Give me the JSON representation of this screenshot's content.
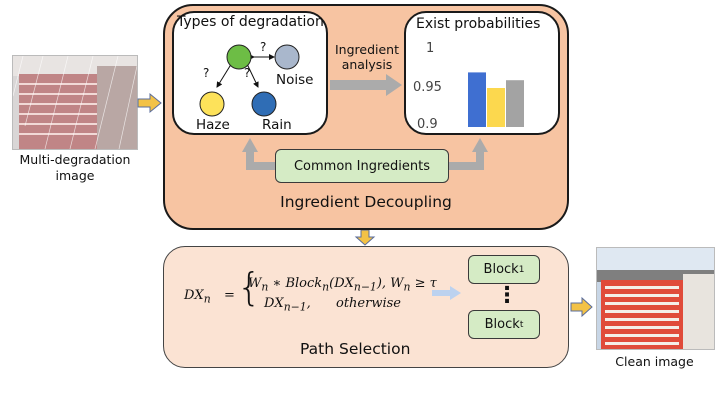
{
  "inputs": {
    "input_label_line1": "Multi-degradation",
    "input_label_line2": "image",
    "output_label": "Clean image"
  },
  "decoupling": {
    "title": "Ingredient Decoupling",
    "types_title": "Types of degradation",
    "nodes": [
      "Noise",
      "Haze",
      "Rain"
    ],
    "question_mark": "?",
    "analysis_line1": "Ingredient",
    "analysis_line2": "analysis",
    "prob_title": "Exist probabilities",
    "common": "Common Ingredients"
  },
  "chart_data": {
    "type": "bar",
    "title": "Exist probabilities",
    "series": [
      {
        "values": [
          0.97
        ]
      },
      {
        "values": [
          0.95
        ]
      },
      {
        "values": [
          0.96
        ]
      }
    ],
    "ylim": [
      0.9,
      1
    ],
    "yticks": [
      "1",
      "0.95",
      "0.9"
    ],
    "colors": [
      "#3f6fd1",
      "#fcd84e",
      "#a3a3a3"
    ],
    "grid": false
  },
  "selection": {
    "title": "Path Selection",
    "eq_lhs": "DX",
    "eq_lhs_sub": "n",
    "eq_equals": "=",
    "case1_prefix": "W",
    "case1_sub": "n",
    "case1_mid": " ∗ Block",
    "case1_sub2": "n",
    "case1_open": "(DX",
    "case1_sub3": "n−1",
    "case1_tail": "), W",
    "case1_sub4": "n",
    "case1_cond": " ≥ τ",
    "case2_val": "DX",
    "case2_sub": "n−1",
    "case2_comma": ",",
    "case2_cond": "otherwise",
    "block_first": "Block",
    "block_first_sub": "1",
    "block_last": "Block",
    "block_last_sub": "t",
    "dots": "⋮"
  },
  "colors": {
    "panel_top": "#f7c4a2",
    "panel_bottom": "#fbe3d3",
    "green_box": "#d5ebc5",
    "node_green": "#6dbd45",
    "node_gray": "#a9b7cc",
    "node_yellow": "#fde25a",
    "node_blue": "#2f6db5",
    "arrow_yellow": "#f3c246"
  }
}
